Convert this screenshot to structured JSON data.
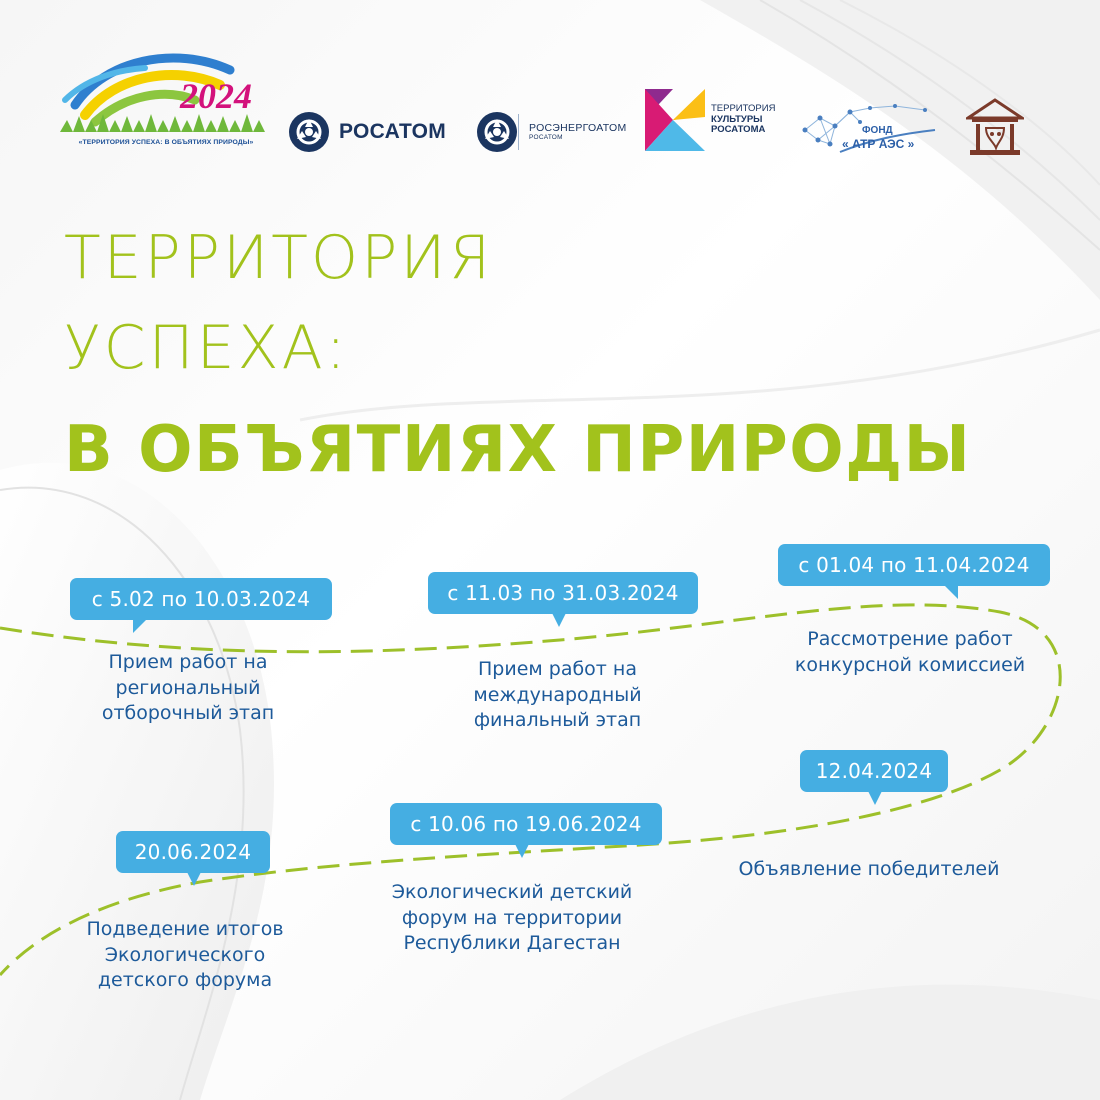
{
  "logos": {
    "contest_year": "2024",
    "contest_tagline": "«ТЕРРИТОРИЯ УСПЕХА: В ОБЪЯТИЯХ ПРИРОДЫ»",
    "rosatom": "РОСАТОМ",
    "rosenergoatom_line1": "РОСЭНЕРГОАТОМ",
    "rosenergoatom_line2": "РОСАТОМ",
    "culture_line1": "ТЕРРИТОРИЯ",
    "culture_line2": "КУЛЬТУРЫ",
    "culture_line3": "РОСАТОМА",
    "fond_line1": "ФОНД",
    "fond_line2": "« АТР АЭС »"
  },
  "title": {
    "line1": "ТЕРРИТОРИЯ",
    "line2": "УСПЕХА:",
    "line3": "В ОБЪЯТИЯХ ПРИРОДЫ"
  },
  "timeline": [
    {
      "date": "с 5.02 по 10.03.2024",
      "desc": [
        "Прием работ на",
        "региональный",
        "отборочный этап"
      ]
    },
    {
      "date": "с 11.03 по 31.03.2024",
      "desc": [
        "Прием работ на",
        "международный",
        "финальный этап"
      ]
    },
    {
      "date": "с 01.04 по 11.04.2024",
      "desc": [
        "Рассмотрение работ",
        "конкурсной комиссией"
      ]
    },
    {
      "date": "12.04.2024",
      "desc": [
        "Объявление победителей"
      ]
    },
    {
      "date": "с 10.06 по 19.06.2024",
      "desc": [
        "Экологический детский",
        "форум на территории",
        "Республики Дагестан"
      ]
    },
    {
      "date": "20.06.2024",
      "desc": [
        "Подведение итогов",
        "Экологического",
        "детского форума"
      ]
    }
  ],
  "colors": {
    "accent_green": "#a2c21c",
    "badge_blue": "#45aee2",
    "text_blue": "#1d5a9a",
    "path_green": "#9dc02a"
  }
}
